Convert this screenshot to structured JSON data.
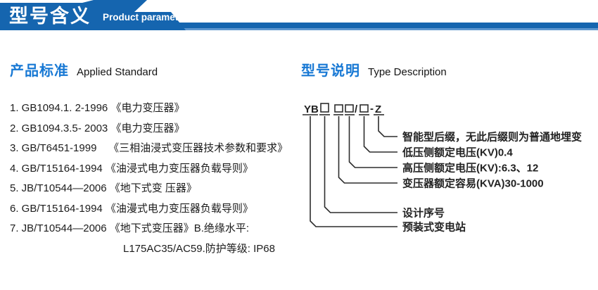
{
  "header": {
    "title": "型号含义",
    "subtitle": "Product parameters"
  },
  "sections": {
    "standard": {
      "title_zh": "产品标准",
      "title_en": "Applied Standard",
      "items": [
        "1. GB1094.1. 2-1996 《电力变压器》",
        "2. GB1094.3.5- 2003 《电力变压器》",
        "3. GB/T6451-1999    《三相油浸式变压器技术参数和要求》",
        "4. GB/T15164-1994 《油浸式电力变压器负载导则》",
        "5. JB/T10544—2006 《地下式变 压器》",
        "6. GB/T15164-1994 《油漫式电力变压器负载导则》",
        "7. JB/T10544—2006 《地下式变压器》B.绝缘水平:",
        "L175AC35/AC59.防护等级: IP68"
      ]
    },
    "type": {
      "title_zh": "型号说明",
      "title_en": "Type Description",
      "diagram": {
        "code": {
          "prefix": "YB",
          "slash": "/",
          "dash": "-",
          "suffix": "Z"
        },
        "labels": [
          {
            "text": "智能型后缀，无此后缀则为普通地埋变"
          },
          {
            "text": "低压侧额定电压(KV)0.4"
          },
          {
            "text": "高压侧额定电压(KV):6.3、12"
          },
          {
            "text": "变压器额定容易(KVA)30-1000"
          },
          {
            "text": "设计序号"
          },
          {
            "text": "预装式变电站"
          }
        ]
      }
    }
  },
  "colors": {
    "banner_blue": "#1565af",
    "title_blue": "#1778d4",
    "bar_light": "#5e97cf",
    "line_color": "#2d2d2d",
    "text_color": "#1f1f1f"
  }
}
